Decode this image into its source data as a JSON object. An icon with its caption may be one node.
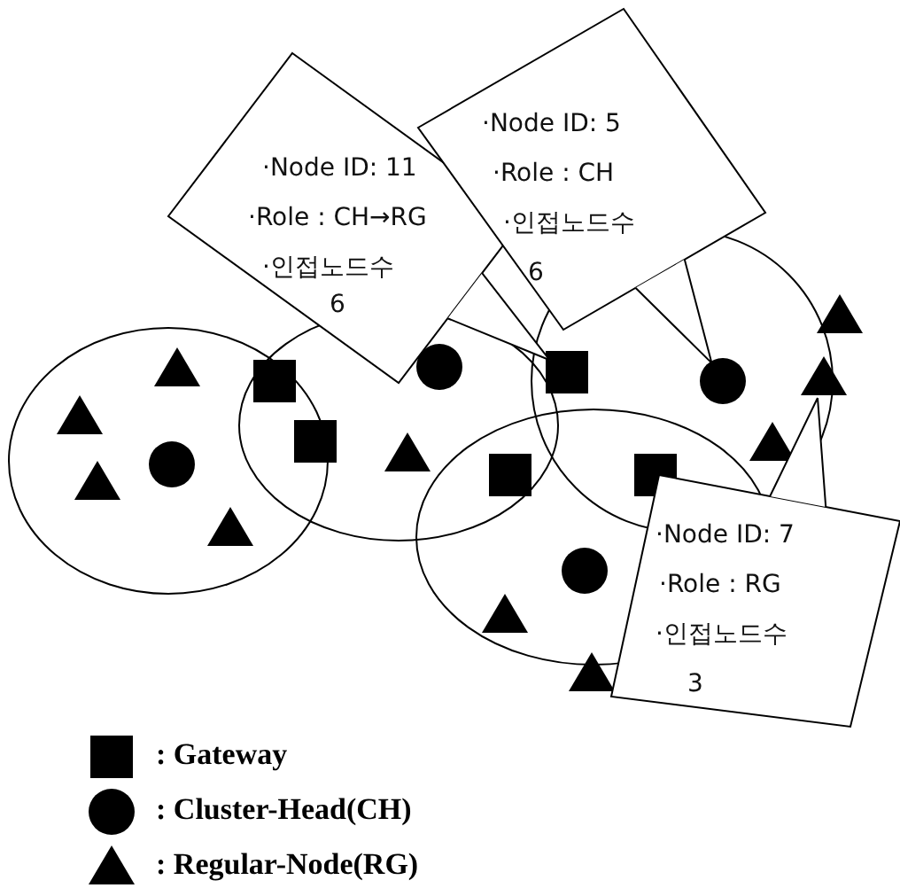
{
  "diagram": {
    "nodes": [
      {
        "text": [
          "·Node ID: 5",
          "·Role : CH",
          "·인접노드수",
          "6"
        ]
      },
      {
        "text": [
          "·Node ID: 11",
          "·Role : CH→RG",
          "·인접노드수",
          "6"
        ]
      },
      {
        "text": [],
        "shape": "triangle"
      },
      {
        "text": [],
        "shape": "circle"
      },
      {
        "text": [],
        "shape": "triangle"
      },
      {
        "text": [],
        "shape": "box"
      },
      {
        "text": [],
        "shape": "triangle"
      },
      {
        "text": [],
        "shape": "circle"
      },
      {
        "text": [],
        "shape": "box"
      },
      {
        "text": [],
        "shape": "triangle"
      },
      {
        "text": [],
        "shape": "box"
      },
      {
        "text": [],
        "shape": "triangle"
      },
      {
        "text": [],
        "shape": "triangle"
      },
      {
        "text": [],
        "shape": "circle"
      },
      {
        "text": [],
        "shape": "box"
      },
      {
        "text": [],
        "shape": "box"
      },
      {
        "text": [
          "·Node ID: 7",
          "·Role : RG",
          "·인접노드수",
          "3"
        ]
      },
      {
        "text": [],
        "shape": "triangle"
      },
      {
        "text": [],
        "shape": "triangle"
      },
      {
        "text": [],
        "shape": "circle"
      },
      {
        "text": [],
        "shape": "triangle"
      },
      {
        "text": [],
        "shape": "triangle"
      }
    ],
    "edges": [
      {
        "from": 1,
        "to": 5,
        "arrow": "none"
      },
      {
        "from": 0,
        "to": 7,
        "arrow": "none"
      },
      {
        "from": 16,
        "to": 6,
        "arrow": "none"
      }
    ],
    "legend": [
      {
        "text": ": Gateway"
      },
      {
        "text": ": Cluster-Head(CH)"
      },
      {
        "text": ": Regular-Node(RG)"
      }
    ]
  }
}
